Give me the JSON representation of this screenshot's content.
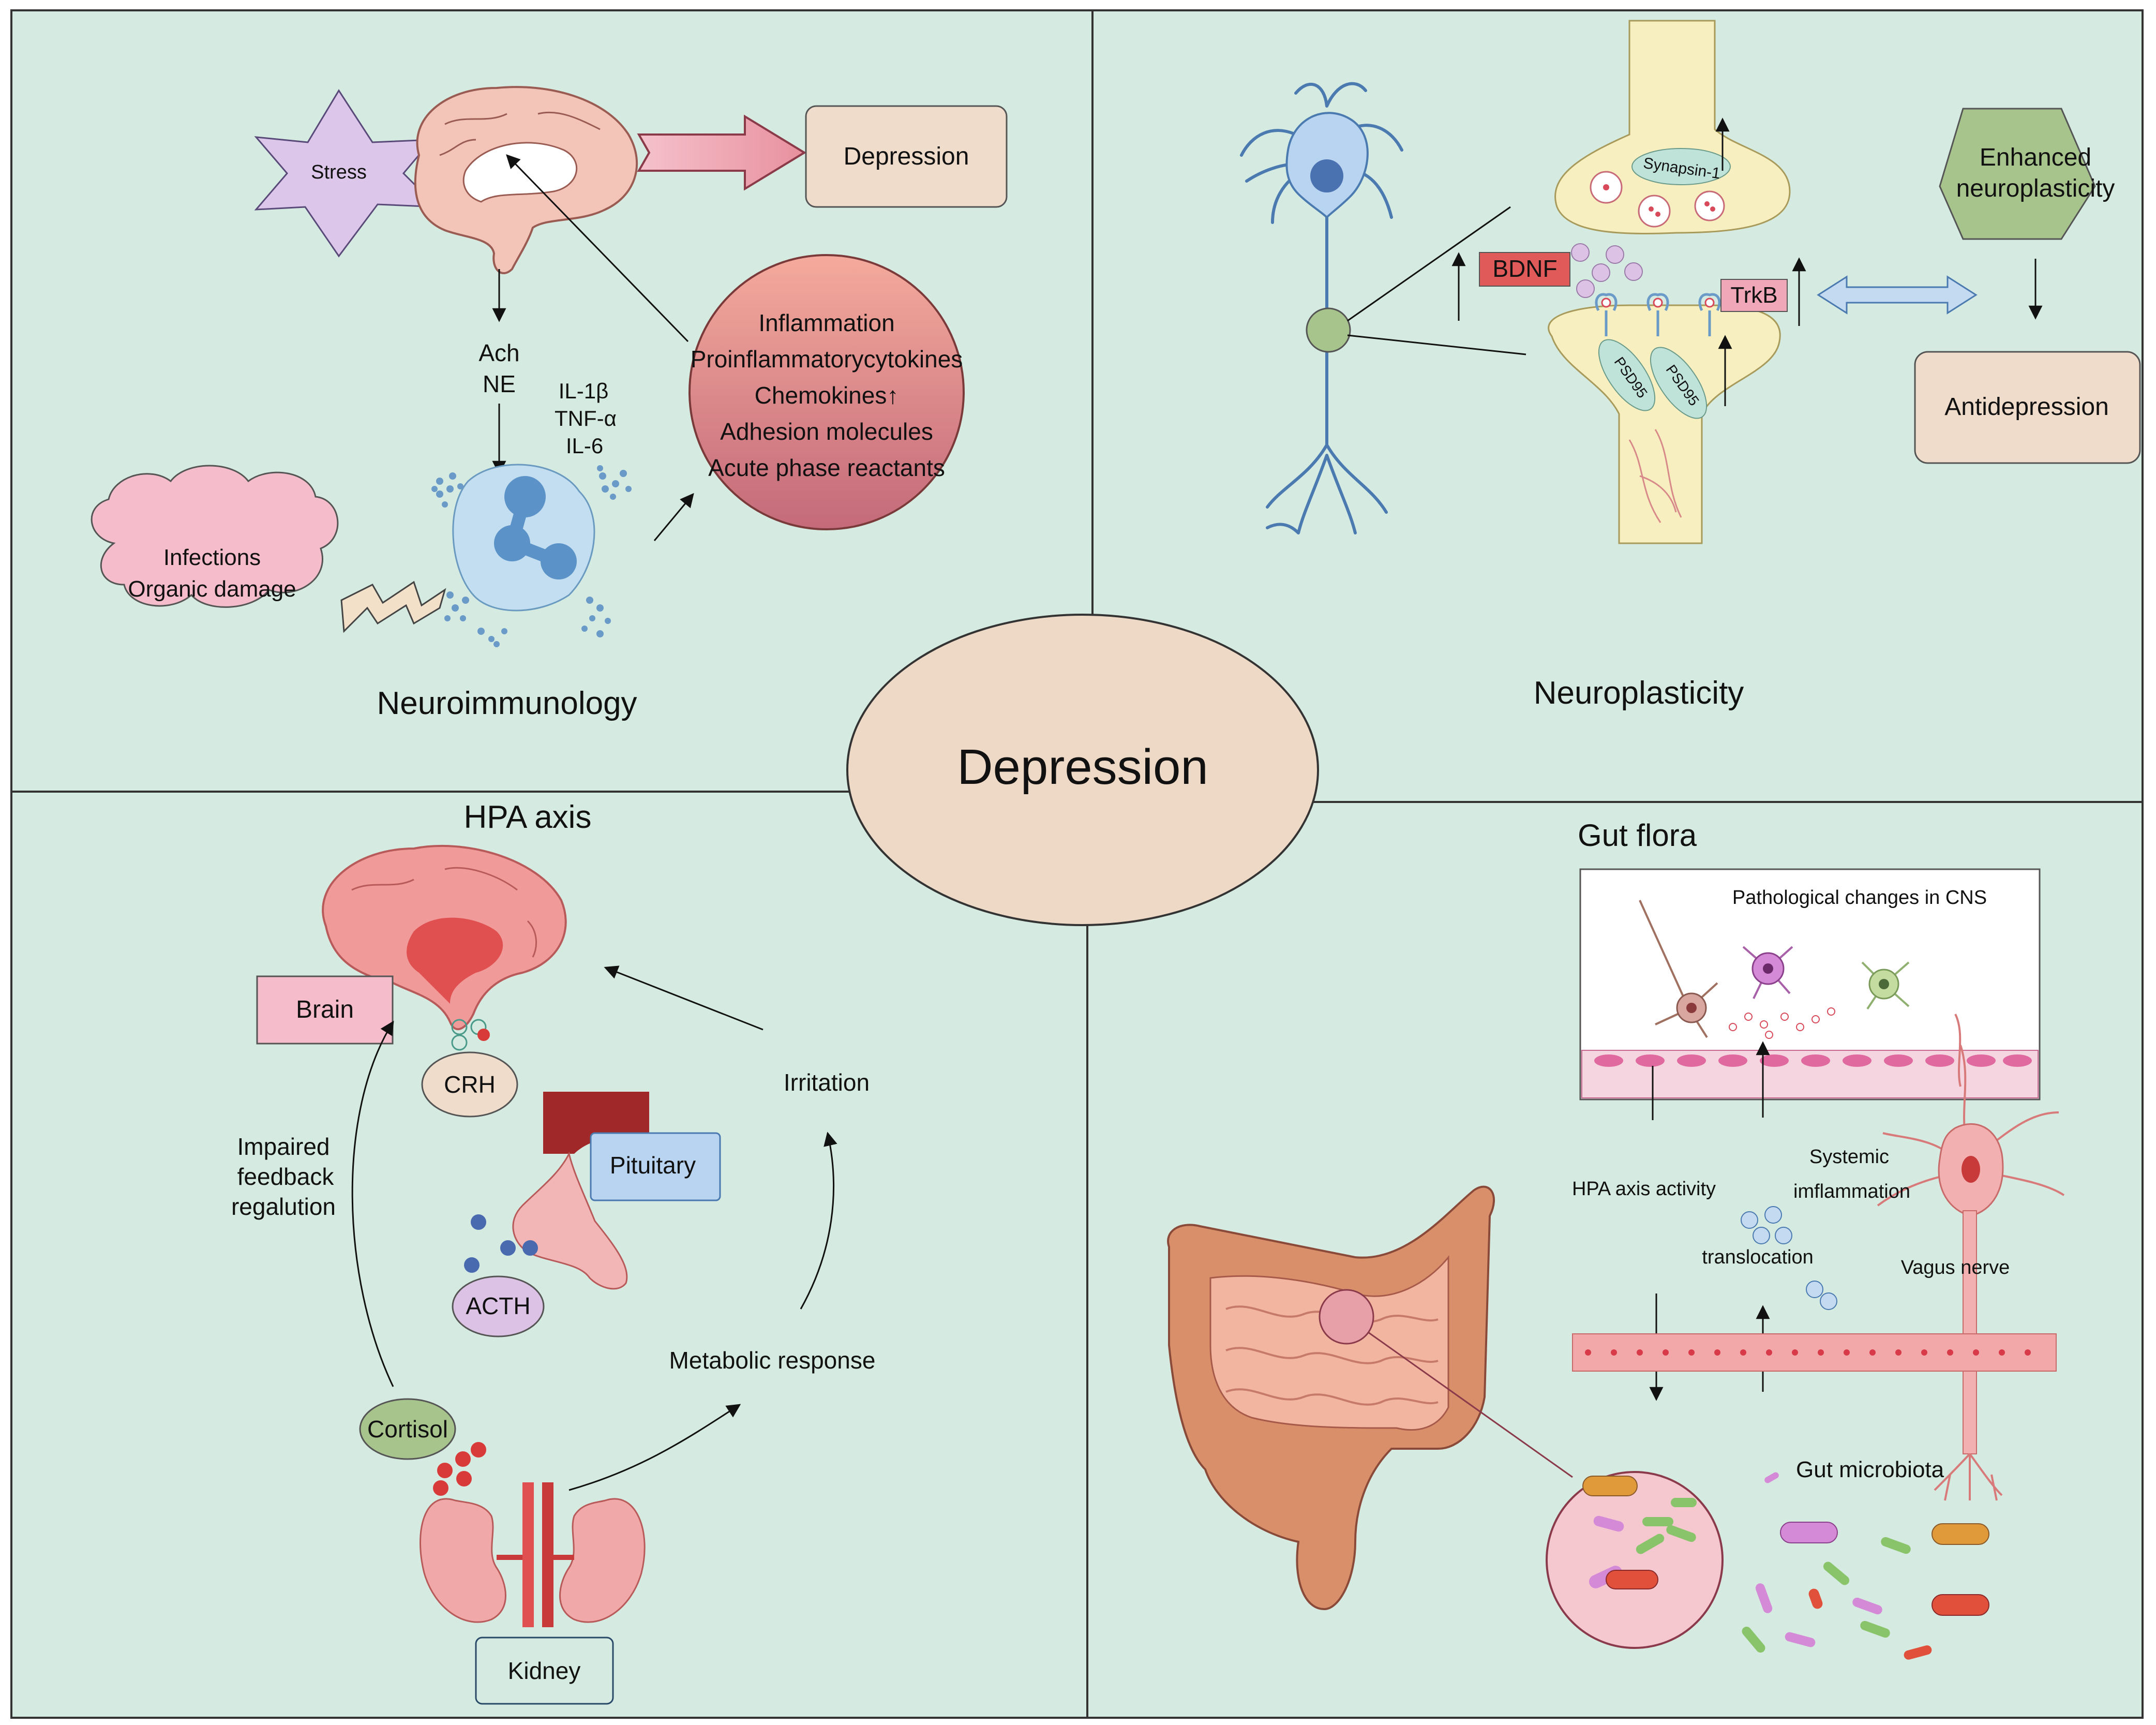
{
  "center": {
    "label": "Depression"
  },
  "neuroimmunology": {
    "title": "Neuroimmunology",
    "stress_label": "Stress",
    "outcome_label": "Depression",
    "transmitters": [
      "Ach",
      "NE"
    ],
    "cytokines": [
      "IL-1β",
      "TNF-α",
      "IL-6"
    ],
    "cloud_lines": [
      "Infections",
      "Organic damage"
    ],
    "circle_lines": [
      "Inflammation",
      "Proinflammatorycytokines",
      "Chemokines↑",
      "Adhesion molecules",
      "Acute phase reactants"
    ]
  },
  "neuroplasticity": {
    "title": "Neuroplasticity",
    "synapsin_label": "Synapsin-1",
    "bdnf_label": "BDNF",
    "trkb_label": "TrkB",
    "psd_label_1": "PSD95",
    "psd_label_2": "PSD95",
    "hexagon_lines": [
      "Enhanced",
      "neuroplasticity"
    ],
    "outcome_label": "Antidepression"
  },
  "hpa_axis": {
    "title": "HPA axis",
    "brain_label": "Brain",
    "crh_label": "CRH",
    "pituitary_label": "Pituitary",
    "acth_label": "ACTH",
    "cortisol_label": "Cortisol",
    "kidney_label": "Kidney",
    "feedback_lines": [
      "Impaired",
      "feedback",
      "regalution"
    ],
    "irritation_label": "Irritation",
    "metabolic_label": "Metabolic response"
  },
  "gut_flora": {
    "title": "Gut flora",
    "cns_label": "Pathological changes in CNS",
    "hpa_label": "HPA axis activity",
    "systemic_lines": [
      "Systemic",
      "imflammation"
    ],
    "translocation_label": "translocation",
    "vagus_label": "Vagus nerve",
    "microbiota_label": "Gut microbiota"
  },
  "colors": {
    "panel_bg": "#d5eae0",
    "border": "#333333",
    "center_fill": "#eed9c6",
    "box_fill": "#f0dccb",
    "pink": "#f5bccb",
    "circle_top": "#f2a89b",
    "circle_bottom": "#c86a78",
    "hexagon": "#a8c48d",
    "bdnf": "#e05a5a",
    "trkb": "#f0a8b8",
    "synapse": "#f7efbf",
    "neuron_blue": "#b8d4f0",
    "pathology_text": "#2a1fd6",
    "translocation_text": "#e83a3a",
    "microbiota_text": "#e0368f",
    "systemic_text": "#a0524d"
  }
}
